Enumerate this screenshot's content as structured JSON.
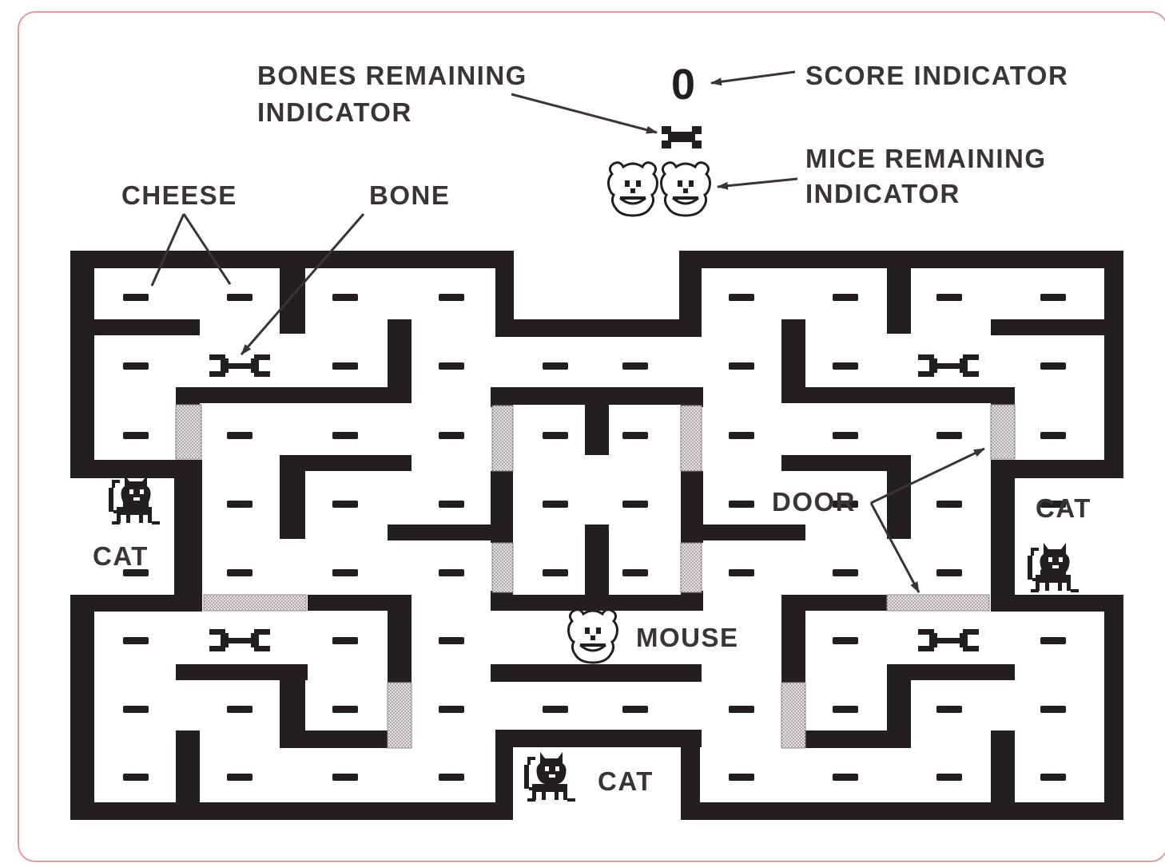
{
  "labels": {
    "bones_remaining_line1": "BONES REMAINING",
    "bones_remaining_line2": "INDICATOR",
    "score_indicator": "SCORE INDICATOR",
    "mice_remaining_line1": "MICE REMAINING",
    "mice_remaining_line2": "INDICATOR",
    "cheese": "CHEESE",
    "bone": "BONE",
    "door": "DOOR",
    "mouse": "MOUSE",
    "cat_left": "CAT",
    "cat_right": "CAT",
    "cat_bottom": "CAT"
  },
  "hud": {
    "score": "0",
    "bones_remaining": 1,
    "mice_remaining": 2
  },
  "colors": {
    "wall": "#231f20",
    "door": "#d8d4d4",
    "text": "#3a3438",
    "frame": "#e59a9a"
  }
}
